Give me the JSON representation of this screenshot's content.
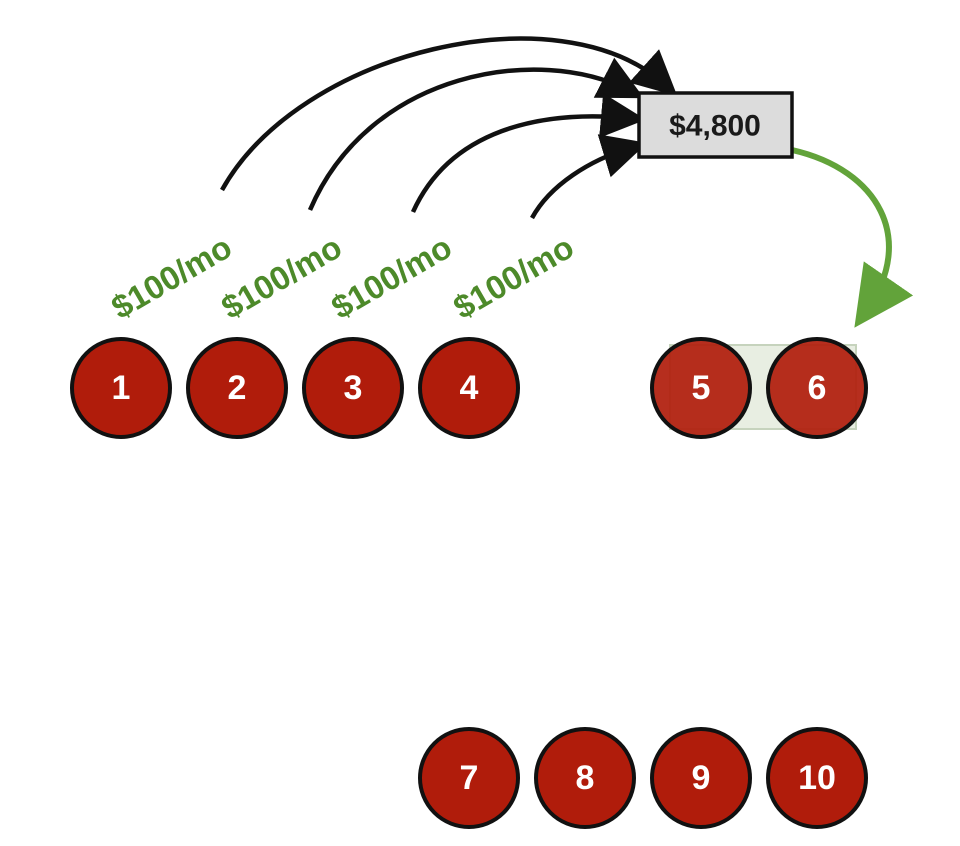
{
  "colors": {
    "node_fill": "#b01c0b",
    "node_stroke": "#111111",
    "rate_text": "#4d8a2a",
    "flow_arrow": "#111111",
    "payout_arrow": "#62a33a",
    "total_box_fill": "#dcdcdc"
  },
  "total": {
    "label": "$4,800"
  },
  "contributors": [
    {
      "rate": "$100/mo"
    },
    {
      "rate": "$100/mo"
    },
    {
      "rate": "$100/mo"
    },
    {
      "rate": "$100/mo"
    }
  ],
  "nodes": [
    {
      "label": "1"
    },
    {
      "label": "2"
    },
    {
      "label": "3"
    },
    {
      "label": "4"
    },
    {
      "label": "5"
    },
    {
      "label": "6"
    },
    {
      "label": "7"
    },
    {
      "label": "8"
    },
    {
      "label": "9"
    },
    {
      "label": "10"
    }
  ],
  "highlight": {
    "nodes": [
      "5",
      "6"
    ]
  },
  "icons": {
    "flow": "arrow-icon",
    "payout": "curved-arrow-icon"
  }
}
